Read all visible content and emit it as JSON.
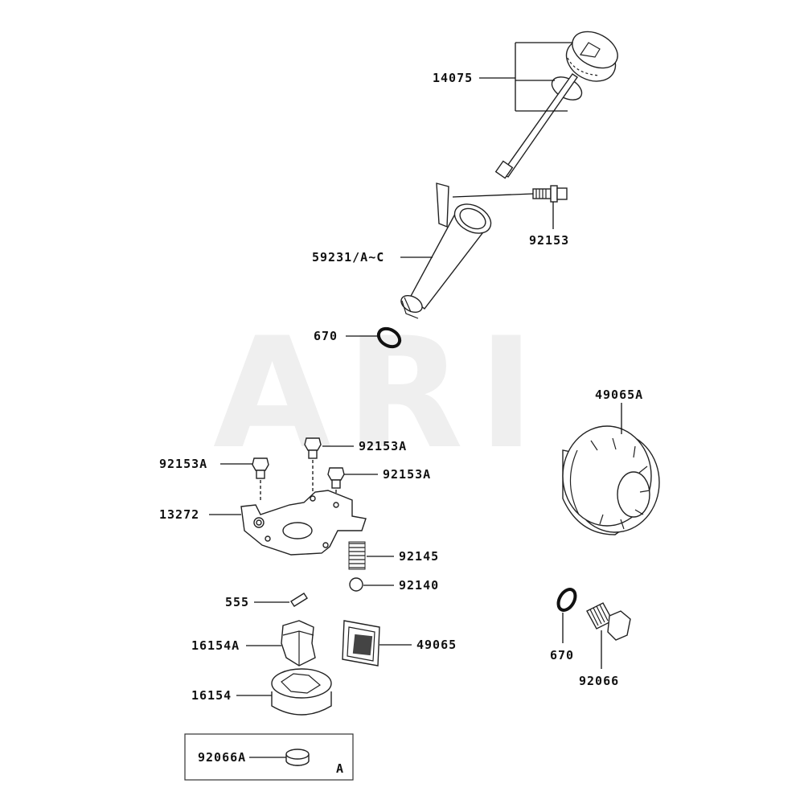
{
  "watermark": "ARI",
  "labels": {
    "l14075": "14075",
    "l92153": "92153",
    "l59231": "59231/A~C",
    "l670a": "670",
    "l49065A": "49065A",
    "l92153A_1": "92153A",
    "l92153A_2": "92153A",
    "l92153A_3": "92153A",
    "l13272": "13272",
    "l92145": "92145",
    "l92140": "92140",
    "l555": "555",
    "l16154A": "16154A",
    "l49065": "49065",
    "l16154": "16154",
    "l670b": "670",
    "l92066": "92066",
    "l92066A": "92066A",
    "boxA": "A"
  }
}
